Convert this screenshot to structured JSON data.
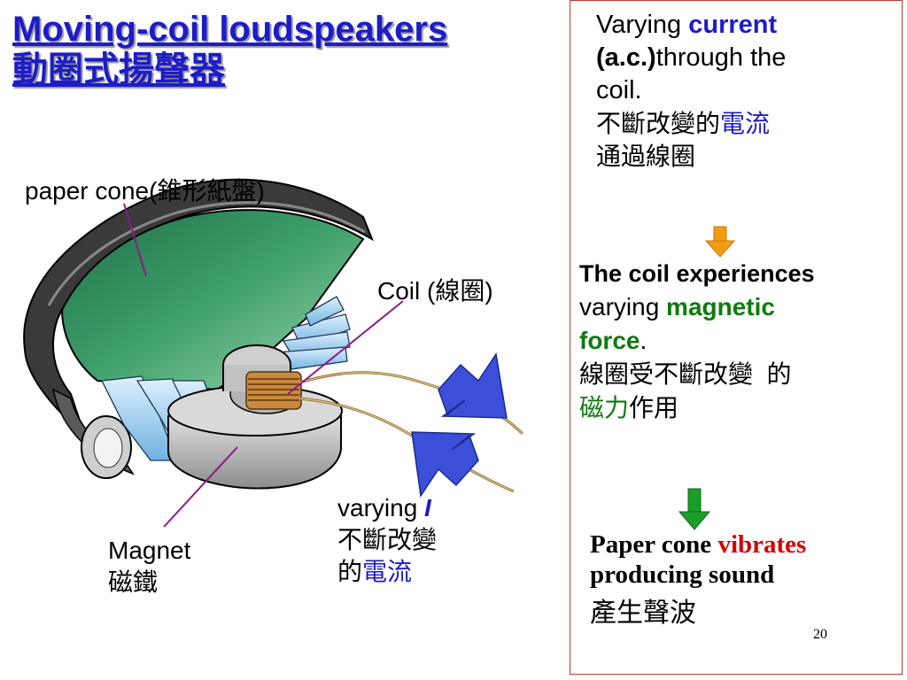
{
  "title": {
    "english": "Moving-coil loudspeakers",
    "chinese": "動圈式揚聲器"
  },
  "diagram_labels": {
    "paper_cone_en": "paper cone(",
    "paper_cone_zh": "錐形紙盤",
    "paper_cone_close": ")",
    "coil_en": "Coil (",
    "coil_zh": "線圈",
    "coil_close": ")",
    "magnet_en": "Magnet",
    "magnet_zh": "磁鐵",
    "varying_en": "varying ",
    "varying_symbol": "I",
    "varying_zh_line1": "不斷改變",
    "varying_zh_line2_pre": "的",
    "varying_zh_line2_em": "電流"
  },
  "step1": {
    "text_pre": "Varying ",
    "text_em": "current",
    "text_em2": "(a.c.)",
    "text_post": "through the",
    "text_post2": "coil.",
    "zh_pre": "不斷改變的",
    "zh_em": "電流",
    "zh_line2": "通過線圈"
  },
  "step2": {
    "line1": "The coil experiences",
    "line2_pre": "varying ",
    "line2_em": "magnetic",
    "line3_em": "force",
    "line3_post": ".",
    "zh_line1": "線圈受不斷改變  的",
    "zh_em": "磁力",
    "zh_post": "作用"
  },
  "step3": {
    "line1_pre": "Paper cone ",
    "line1_em": "vibrates",
    "line2": "producing sound",
    "zh": "產生聲波"
  },
  "page_number": "20",
  "colors": {
    "title_blue": "#1c1cc8",
    "emphasis_blue": "#1c1cc8",
    "emphasis_green": "#0e7a0e",
    "emphasis_red": "#d40000",
    "arrow_orange": "#f39c12",
    "arrow_green": "#1a9e2a",
    "cone_green": "#2e8b57",
    "panel_border": "#c0392b",
    "current_arrows": "#3b4fd8",
    "pointer_lines": "#8b1a8b"
  }
}
